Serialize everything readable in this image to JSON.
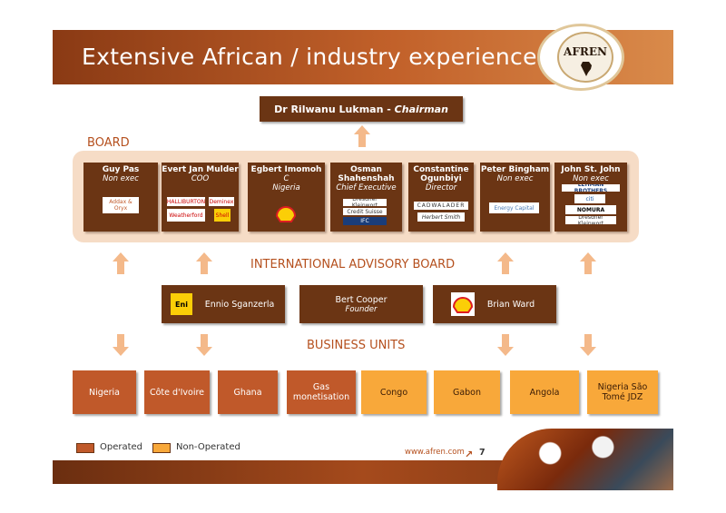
{
  "title": "Extensive African / industry experience",
  "logo": {
    "text": "AFREN"
  },
  "chairman": {
    "name": "Dr Rilwanu Lukman - ",
    "role": "Chairman"
  },
  "labels": {
    "board": "BOARD",
    "advisory": "INTERNATIONAL ADVISORY BOARD",
    "business_units": "BUSINESS UNITS"
  },
  "board_members": [
    {
      "name": "Guy Pas",
      "role": "Non exec",
      "badges": [
        "Addax & Oryx"
      ]
    },
    {
      "name": "Evert Jan Mulder",
      "role": "COO",
      "badges": [
        "HALLIBURTON",
        "Deminex",
        "Weatherford",
        "Shell"
      ]
    },
    {
      "name": "Egbert Imomoh",
      "role": "Chairman Afren Nigeria",
      "badges": [
        "Shell"
      ]
    },
    {
      "name": "Osman Shahenshah",
      "role": "Chief Executive",
      "badges": [
        "Dresdner Kleinwort",
        "Credit Suisse",
        "IFC"
      ]
    },
    {
      "name": "Constantine Ogunbiyi",
      "role": "Director",
      "badges": [
        "CADWALADER",
        "Herbert Smith"
      ]
    },
    {
      "name": "Peter Bingham",
      "role": "Non exec",
      "badges": [
        "Energy Capital"
      ]
    },
    {
      "name": "John St. John",
      "role": "Non exec",
      "badges": [
        "LEHMAN BROTHERS",
        "citi",
        "NOMURA",
        "Dresdner Kleinwort"
      ]
    }
  ],
  "advisory": [
    {
      "name": "Ennio Sganzerla",
      "sub": "",
      "logo": "Eni"
    },
    {
      "name": "Bert Cooper",
      "sub": "Founder",
      "logo": ""
    },
    {
      "name": "Brian Ward",
      "sub": "",
      "logo": "Shell"
    }
  ],
  "business_units": [
    {
      "name": "Nigeria",
      "type": "operated"
    },
    {
      "name": "Côte d'Ivoire",
      "type": "operated"
    },
    {
      "name": "Ghana",
      "type": "operated"
    },
    {
      "name": "Gas monetisation",
      "type": "operated"
    },
    {
      "name": "Congo",
      "type": "non-operated"
    },
    {
      "name": "Gabon",
      "type": "non-operated"
    },
    {
      "name": "Angola",
      "type": "non-operated"
    },
    {
      "name": "Nigeria São Tomé JDZ",
      "type": "non-operated"
    }
  ],
  "legend": {
    "operated": "Operated",
    "non_operated": "Non-Operated"
  },
  "footer": {
    "url": "www.afren.com",
    "page": "7"
  },
  "colors": {
    "operated": "#c0592a",
    "non_operated": "#f8a83a",
    "dark_box": "#6b3514",
    "accent": "#b5501e"
  }
}
